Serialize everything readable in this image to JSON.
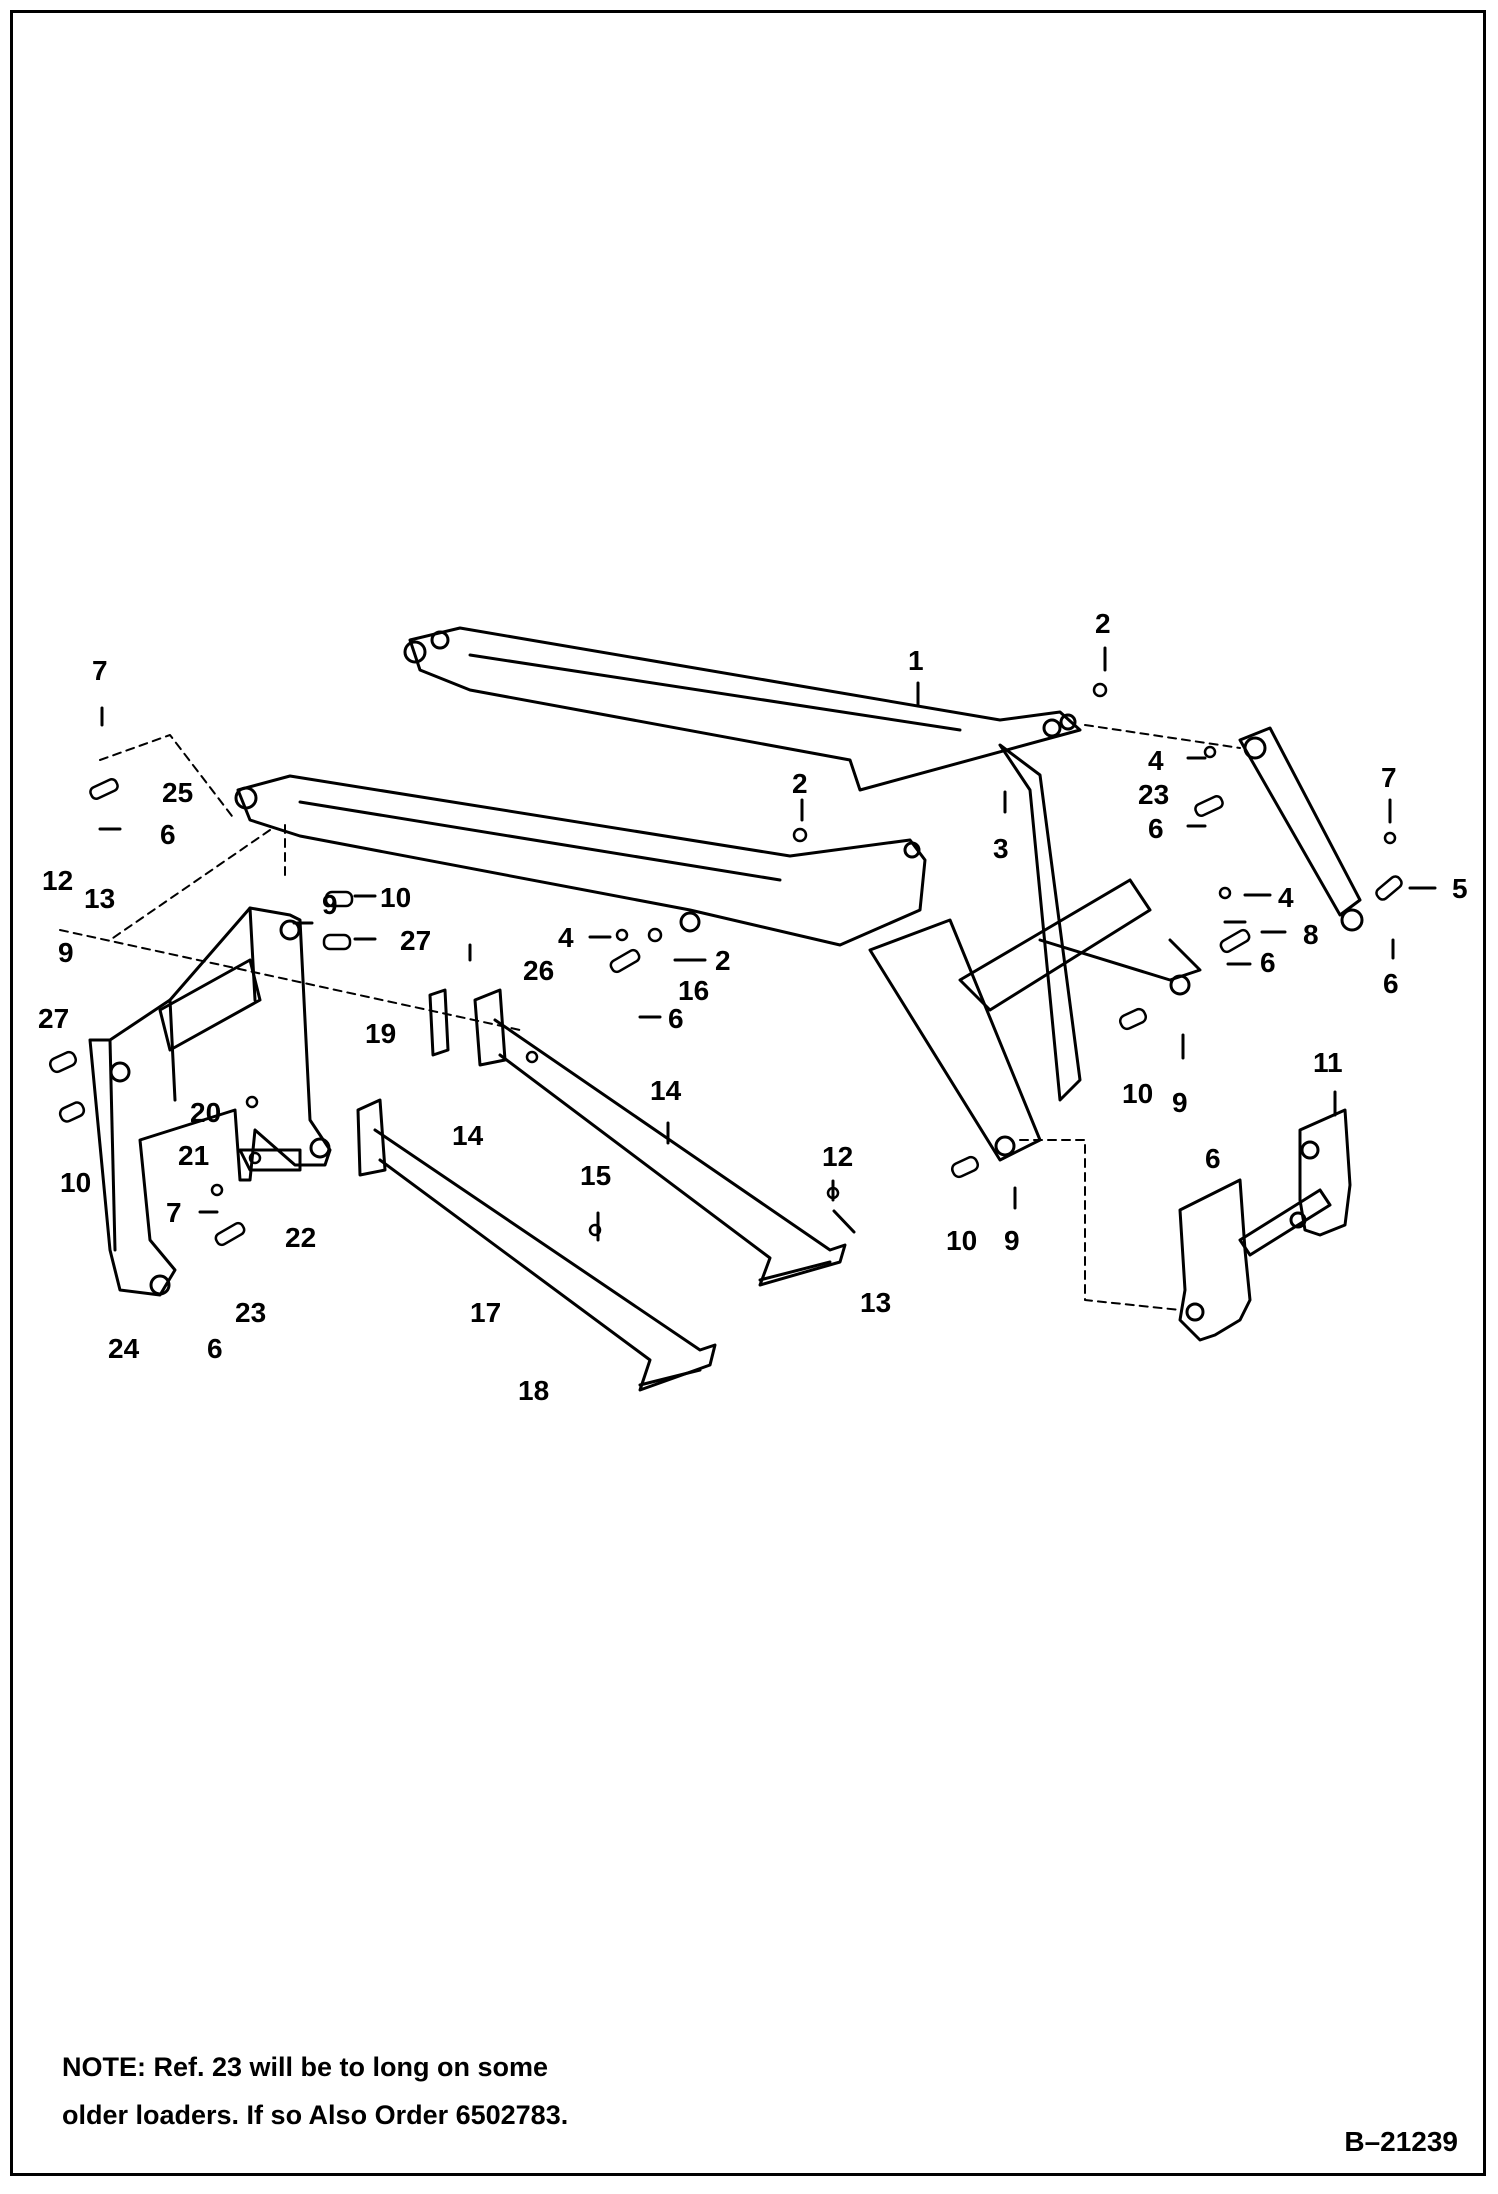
{
  "callouts": [
    "1",
    "2",
    "2",
    "2",
    "3",
    "4",
    "4",
    "4",
    "5",
    "6",
    "6",
    "6",
    "6",
    "6",
    "6",
    "6",
    "7",
    "7",
    "7",
    "8",
    "9",
    "9",
    "9",
    "9",
    "10",
    "10",
    "10",
    "10",
    "11",
    "12",
    "12",
    "13",
    "13",
    "14",
    "14",
    "15",
    "16",
    "17",
    "18",
    "19",
    "20",
    "21",
    "22",
    "23",
    "23",
    "24",
    "25",
    "26",
    "27",
    "27"
  ],
  "note": {
    "line1": "NOTE: Ref. 23 will be to long on some",
    "line2": "older loaders. If so Also Order 6502783."
  },
  "reference": "B–21239"
}
